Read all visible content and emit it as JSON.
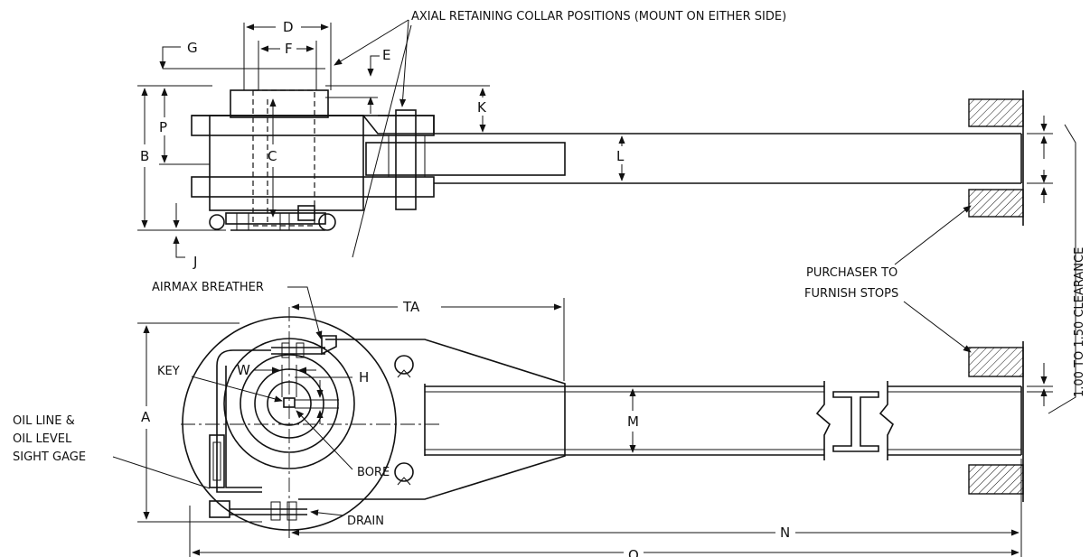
{
  "labels": {
    "collar": "AXIAL RETAINING COLLAR POSITIONS (MOUNT ON EITHER SIDE)",
    "breather": "AIRMAX BREATHER",
    "key": "KEY",
    "bore": "BORE",
    "drain": "DRAIN",
    "oil1": "OIL LINE &",
    "oil2": "OIL LEVEL",
    "oil3": "SIGHT GAGE",
    "stops1": "PURCHASER TO",
    "stops2": "FURNISH STOPS",
    "clearance": "1.00 TO 1.50 CLEARANCE"
  },
  "dims": {
    "A": "A",
    "B": "B",
    "C": "C",
    "D": "D",
    "E": "E",
    "F": "F",
    "G": "G",
    "H": "H",
    "J": "J",
    "K": "K",
    "L": "L",
    "M": "M",
    "N": "N",
    "O": "O",
    "P": "P",
    "TA": "TA",
    "W": "W"
  }
}
